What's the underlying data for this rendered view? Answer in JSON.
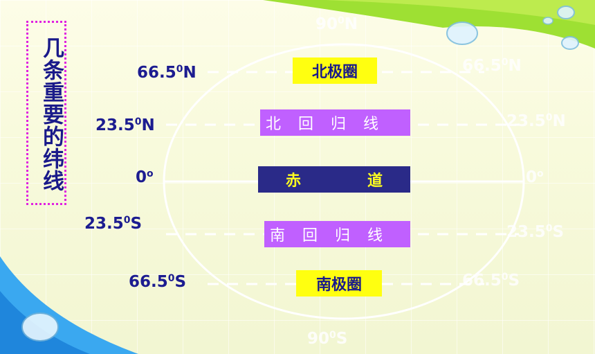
{
  "title": "几条重要的纬线",
  "latitudes_left": {
    "arctic": "66.5",
    "tropic_n": "23.5",
    "equator": "0",
    "tropic_s": "23.5",
    "antarctic": "66.5",
    "deg": "0",
    "deg_equator": "o",
    "n": "N",
    "s": "S"
  },
  "ghost_labels": {
    "top": "90",
    "bottom": "90"
  },
  "boxes": {
    "arctic_circle": "北极圈",
    "tropic_cancer": "北 回 归 线",
    "equator_a": "赤",
    "equator_b": "道",
    "tropic_capricorn": "南 回 归 线",
    "antarctic_circle": "南极圈"
  },
  "colors": {
    "label": "#1c1c90",
    "yellow_box": "#ffff10",
    "violet_box": "#c060ff",
    "equator_box": "#2a2a88",
    "title_border": "#e020e0"
  }
}
